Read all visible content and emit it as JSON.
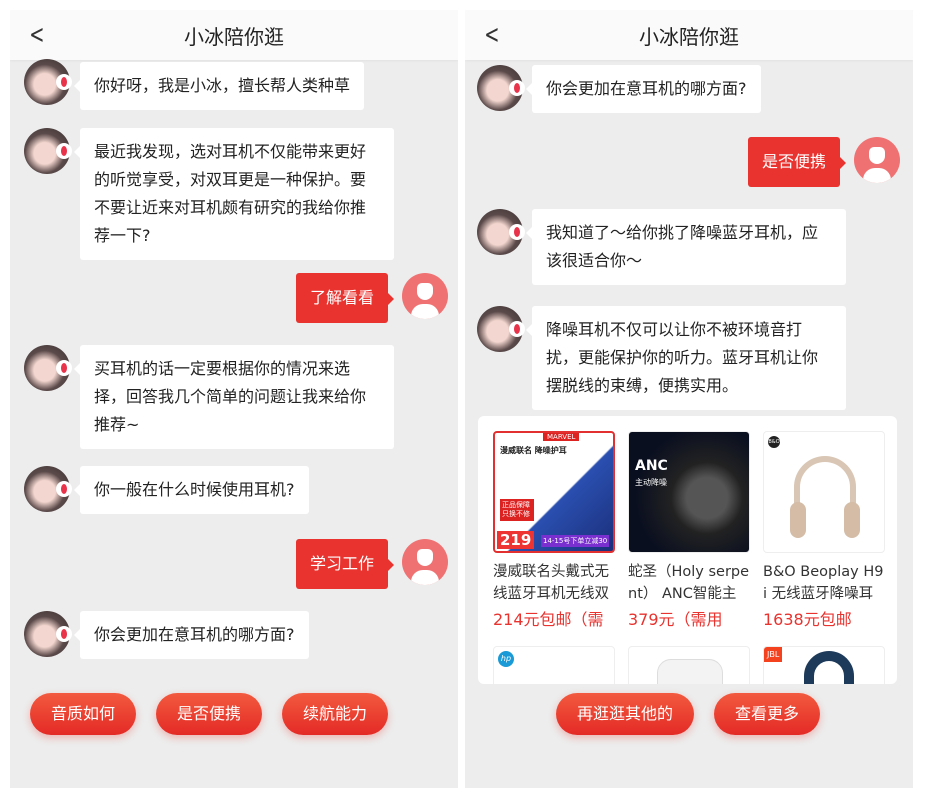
{
  "header": {
    "title": "小冰陪你逛",
    "back": "<"
  },
  "left": {
    "messages": [
      {
        "from": "bot",
        "text": "你好呀，我是小冰，擅长帮人类种草"
      },
      {
        "from": "bot",
        "text": "最近我发现，选对耳机不仅能带来更好的听觉享受，对双耳更是一种保护。要不要让近来对耳机颇有研究的我给你推荐一下?"
      },
      {
        "from": "user",
        "text": "了解看看"
      },
      {
        "from": "bot",
        "text": "买耳机的话一定要根据你的情况来选择，回答我几个简单的问题让我来给你推荐~"
      },
      {
        "from": "bot",
        "text": "你一般在什么时候使用耳机?"
      },
      {
        "from": "user",
        "text": "学习工作"
      },
      {
        "from": "bot",
        "text": "你会更加在意耳机的哪方面?"
      }
    ],
    "quick_replies": [
      "音质如何",
      "是否便携",
      "续航能力"
    ]
  },
  "right": {
    "messages": [
      {
        "from": "bot",
        "text": "你会更加在意耳机的哪方面?"
      },
      {
        "from": "user",
        "text": "是否便携"
      },
      {
        "from": "bot",
        "text": "我知道了～给你挑了降噪蓝牙耳机，应该很适合你～"
      },
      {
        "from": "bot",
        "text": "降噪耳机不仅可以让你不被环境音打扰，更能保护你的听力。蓝牙耳机让你摆脱线的束缚，便携实用。"
      }
    ],
    "products": [
      {
        "name": "漫威联名头戴式无线蓝牙耳机无线双",
        "price": "214元包邮（需",
        "image_text": [
          "MARVEL",
          "漫威联名 降噪护耳",
          "正品保障 只换不修",
          "219",
          "14-15号下单立减30"
        ]
      },
      {
        "name": "蛇圣（Holy serpent） ANC智能主",
        "price": "379元（需用",
        "image_text": [
          "ANC",
          "主动降噪"
        ]
      },
      {
        "name": "B&O Beoplay H9i 无线蓝牙降噪耳",
        "price": "1638元包邮",
        "image_text": [
          "B&O"
        ]
      }
    ],
    "more_products_brands": [
      "hp",
      "",
      "JBL"
    ],
    "actions": [
      "再逛逛其他的",
      "查看更多"
    ]
  },
  "colors": {
    "accent": "#e8332f",
    "background": "#ededed"
  }
}
